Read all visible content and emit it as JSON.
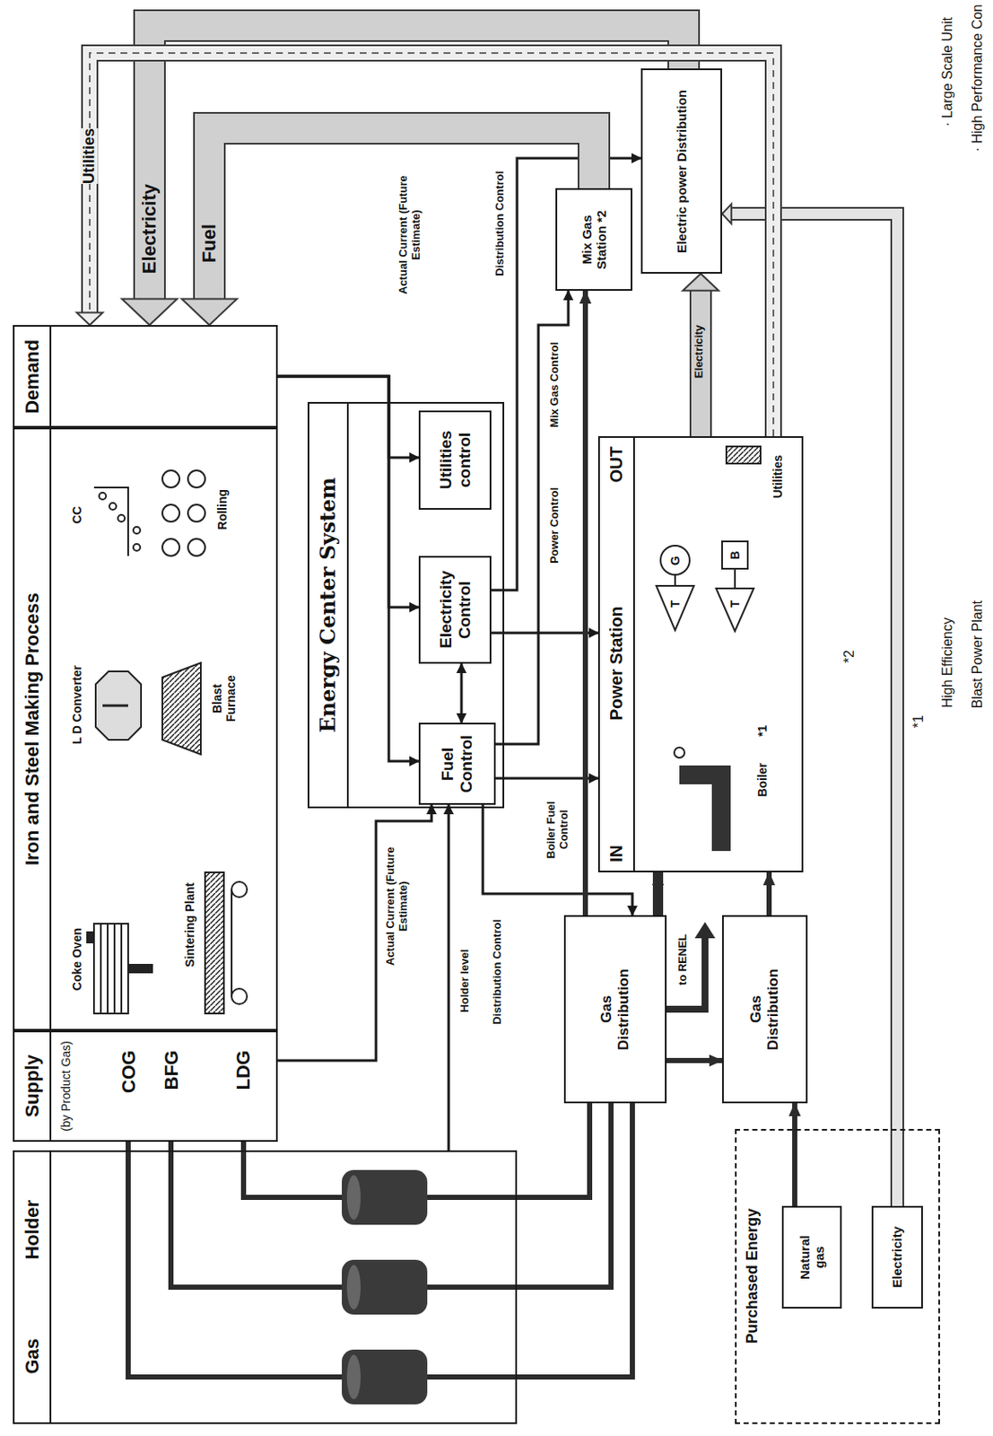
{
  "diagram": {
    "nodes": [
      {
        "text": [
          "Supply",
          "(by Product Gas)"
        ]
      },
      {
        "text": [
          "Iron and Steel Making Process"
        ]
      },
      {
        "text": [
          "Demand"
        ]
      },
      {
        "text": [
          "Gas",
          "Holder"
        ]
      },
      {
        "text": [
          "Energy Center System"
        ]
      },
      {
        "text": [
          "Utilities control"
        ],
        "in": 4
      },
      {
        "text": [
          "Electricity Control"
        ],
        "in": 4
      },
      {
        "text": [
          "Fuel Control"
        ],
        "in": 4
      },
      {
        "text": [
          "Mix Gas Station *2"
        ]
      },
      {
        "text": [
          "Electric power Distribution"
        ]
      },
      {
        "text": [
          "Gas Distribution"
        ]
      },
      {
        "text": [
          "Gas Distribution"
        ]
      },
      {
        "text": [
          "IN",
          "Power Station",
          "OUT"
        ]
      },
      {
        "text": [
          "Purchased Energy"
        ]
      },
      {
        "text": [
          "Natural gas"
        ],
        "in": 13
      },
      {
        "text": [
          "Electricity"
        ],
        "in": 13
      }
    ],
    "edges": [
      {
        "from": 0,
        "to": 3,
        "arrow": "none"
      },
      {
        "from": 3,
        "to": 10,
        "arrow": "none"
      },
      {
        "from": 0,
        "to": 7,
        "label": "Actual Current (Future Estimate)",
        "arrow": "to"
      },
      {
        "from": 3,
        "to": 7,
        "label": "Holder level",
        "arrow": "to"
      },
      {
        "from": 2,
        "to": 5,
        "label": "Actual Current (Future Estimate)",
        "arrow": "to"
      },
      {
        "from": 2,
        "to": 6,
        "arrow": "to"
      },
      {
        "from": 2,
        "to": 7,
        "arrow": "to"
      },
      {
        "from": 7,
        "to": 6,
        "arrow": "both"
      },
      {
        "from": 7,
        "to": 10,
        "label": "Distribution Control",
        "arrow": "to"
      },
      {
        "from": 7,
        "to": 12,
        "label": "Boiler Fuel Control",
        "arrow": "to"
      },
      {
        "from": 7,
        "to": 8,
        "label": "Mix Gas Control",
        "arrow": "to"
      },
      {
        "from": 6,
        "to": 12,
        "label": "Power Control",
        "arrow": "to"
      },
      {
        "from": 6,
        "to": 9,
        "label": "Distribution Control",
        "arrow": "to"
      },
      {
        "from": 10,
        "to": 11,
        "arrow": "to"
      },
      {
        "from": 10,
        "to": 12,
        "arrow": "to"
      },
      {
        "from": 10,
        "to": 8,
        "arrow": "to"
      },
      {
        "from": 14,
        "to": 11,
        "arrow": "to"
      },
      {
        "from": 11,
        "to": 12,
        "arrow": "to"
      },
      {
        "from": 15,
        "to": 9,
        "arrow": "to"
      },
      {
        "from": 12,
        "to": 9,
        "label": "Electricity",
        "arrow": "to"
      },
      {
        "from": 8,
        "to": 2,
        "label": "Fuel",
        "arrow": "to"
      },
      {
        "from": 9,
        "to": 2,
        "label": "Electricity",
        "arrow": "to"
      },
      {
        "from": 12,
        "to": 2,
        "label": "Utilities",
        "arrow": "to"
      }
    ],
    "labels": [
      "COG",
      "BFG",
      "LDG",
      "Coke Oven",
      "Sintering Plant",
      "L D Converter",
      "Blast Furnace",
      "CC",
      "Rolling",
      "Boiler",
      "*1",
      "T",
      "G",
      "T",
      "B",
      "Utilities",
      "to RENEL",
      "*2",
      "· Large Scale Unit",
      "· High Performance Con",
      "*1",
      "High Efficiency",
      "Blast Power Plant"
    ]
  }
}
